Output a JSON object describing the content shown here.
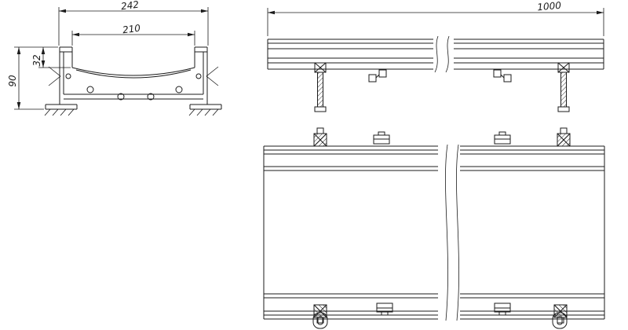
{
  "cross_section": {
    "dim_outer_width": "242",
    "dim_inner_width": "210",
    "dim_height": "90",
    "dim_rim_height": "32"
  },
  "side_view": {
    "dim_length": "1000"
  },
  "colors": {
    "line": "#1b1b1b",
    "background": "#ffffff"
  }
}
